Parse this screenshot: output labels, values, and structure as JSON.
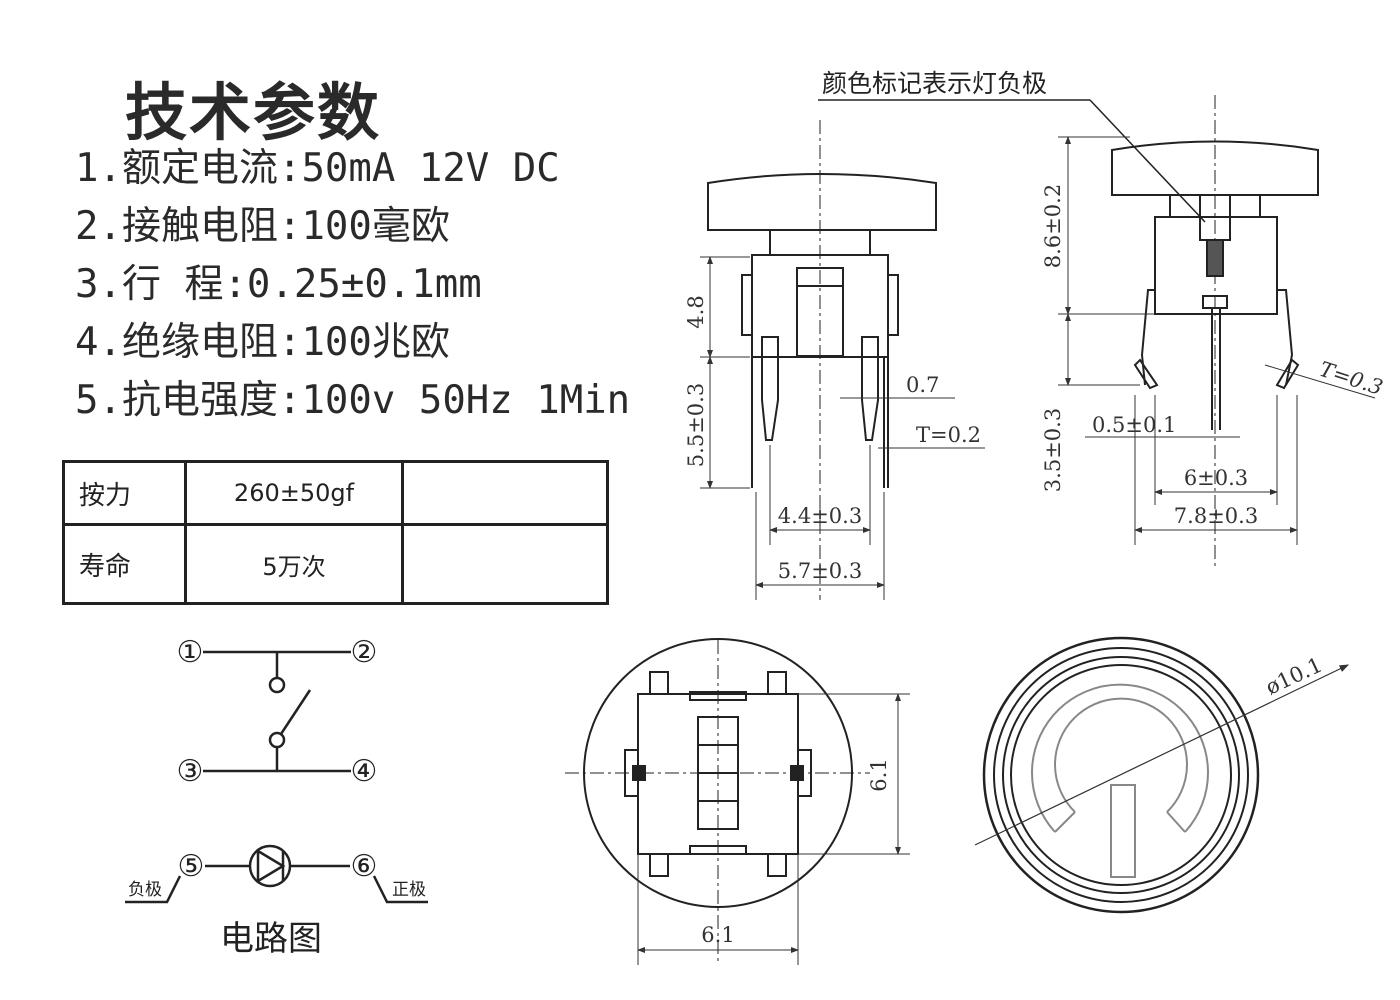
{
  "title": "技术参数",
  "specs": [
    "1.额定电流:50mA 12V DC",
    "2.接触电阻:100毫欧",
    "3.行    程:0.25±0.1mm",
    "4.绝缘电阻:100兆欧",
    "5.抗电强度:100v 50Hz 1Min"
  ],
  "params_table": [
    {
      "label": "按力",
      "value": "260±50gf",
      "extra": ""
    },
    {
      "label": "寿命",
      "value": "5万次",
      "extra": ""
    }
  ],
  "circuit": {
    "caption": "电路图",
    "pins": [
      "①",
      "②",
      "③",
      "④",
      "⑤",
      "⑥"
    ],
    "negative": "负极",
    "positive": "正极"
  },
  "side_view": {
    "dims": {
      "h_upper": "4.8",
      "h_lower": "5.5±0.3",
      "pin_width": "0.7",
      "thickness": "T=0.2",
      "pin_inner": "4.4±0.3",
      "pin_outer": "5.7±0.3"
    }
  },
  "section_view": {
    "note": "颜色标记表示灯负极",
    "dims": {
      "h_upper": "8.6±0.2",
      "h_lower": "3.5±0.3",
      "lead": "0.5±0.1",
      "thickness": "T=0.3",
      "inner": "6±0.3",
      "outer": "7.8±0.3"
    }
  },
  "bottom_view": {
    "dims": {
      "height": "6.1",
      "width": "6.1"
    }
  },
  "top_view": {
    "dims": {
      "diameter": "ø10.1"
    }
  }
}
